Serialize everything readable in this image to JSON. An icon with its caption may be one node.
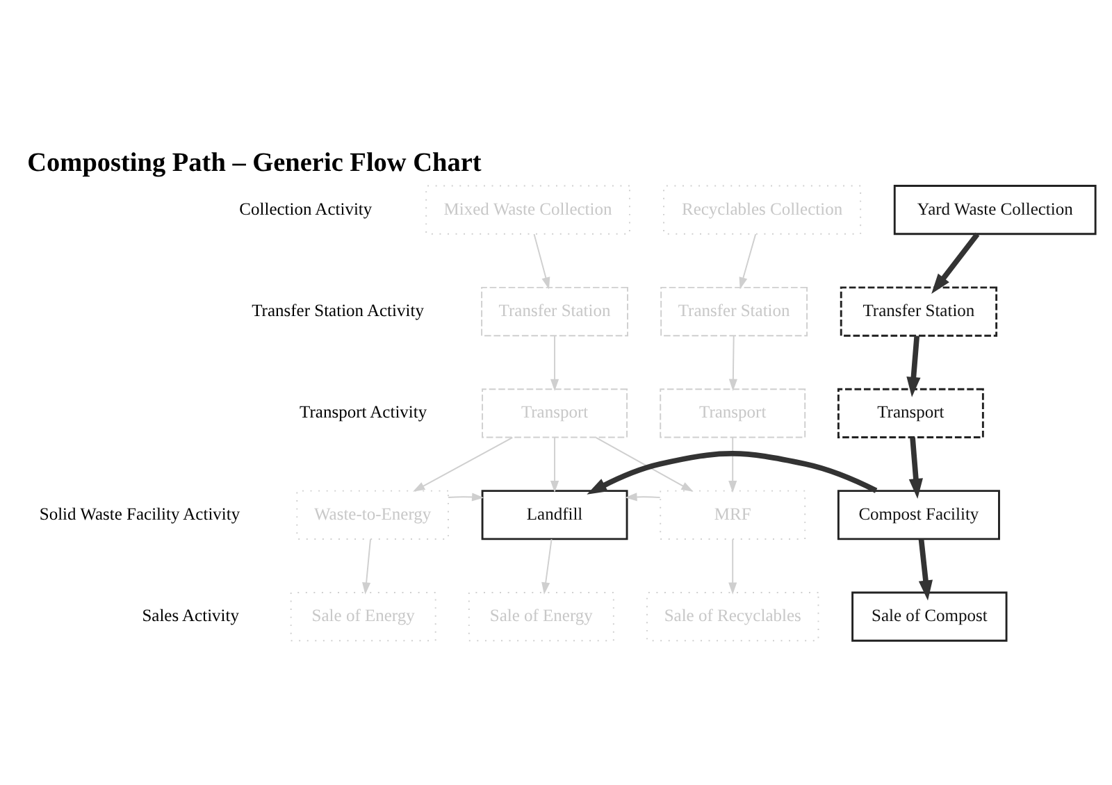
{
  "diagram": {
    "title": "Composting Path – Generic Flow Chart",
    "nodes": [
      {
        "text": [
          "Mixed Waste Collection"
        ]
      },
      {
        "text": [
          "Recyclables Collection"
        ]
      },
      {
        "text": [
          "Yard Waste Collection"
        ]
      },
      {
        "text": [
          "Transfer Station"
        ]
      },
      {
        "text": [
          "Transfer Station"
        ]
      },
      {
        "text": [
          "Transfer Station"
        ]
      },
      {
        "text": [
          "Transport"
        ]
      },
      {
        "text": [
          "Transport"
        ]
      },
      {
        "text": [
          "Transport"
        ]
      },
      {
        "text": [
          "Waste-to-Energy"
        ]
      },
      {
        "text": [
          "Landfill"
        ]
      },
      {
        "text": [
          "MRF"
        ]
      },
      {
        "text": [
          "Compost Facility"
        ]
      },
      {
        "text": [
          "Sale of Energy"
        ]
      },
      {
        "text": [
          "Sale of Energy"
        ]
      },
      {
        "text": [
          "Sale of Recyclables"
        ]
      },
      {
        "text": [
          "Sale of Compost"
        ]
      }
    ],
    "edges": [
      {
        "from": 0,
        "to": 3,
        "arrow": "to"
      },
      {
        "from": 1,
        "to": 4,
        "arrow": "to"
      },
      {
        "from": 2,
        "to": 5,
        "arrow": "to",
        "style": "thick",
        "color": "#333333"
      },
      {
        "from": 3,
        "to": 6,
        "arrow": "to"
      },
      {
        "from": 4,
        "to": 7,
        "arrow": "to"
      },
      {
        "from": 5,
        "to": 8,
        "arrow": "to",
        "style": "thick",
        "color": "#333333"
      },
      {
        "from": 6,
        "to": 9,
        "arrow": "to"
      },
      {
        "from": 6,
        "to": 10,
        "arrow": "to"
      },
      {
        "from": 6,
        "to": 11,
        "arrow": "to"
      },
      {
        "from": 7,
        "to": 11,
        "arrow": "to"
      },
      {
        "from": 8,
        "to": 12,
        "arrow": "to",
        "style": "thick",
        "color": "#333333"
      },
      {
        "from": 9,
        "to": 10,
        "arrow": "to"
      },
      {
        "from": 11,
        "to": 10,
        "arrow": "to"
      },
      {
        "from": 12,
        "to": 10,
        "arrow": "to",
        "style": "thick",
        "color": "#333333"
      },
      {
        "from": 9,
        "to": 13,
        "arrow": "to"
      },
      {
        "from": 10,
        "to": 14,
        "arrow": "to"
      },
      {
        "from": 11,
        "to": 15,
        "arrow": "to"
      },
      {
        "from": 12,
        "to": 16,
        "arrow": "to",
        "style": "thick",
        "color": "#333333"
      }
    ],
    "labels": [
      "Collection Activity",
      "Transfer Station Activity",
      "Transport Activity",
      "Solid Waste Facility Activity",
      "Sales Activity"
    ]
  }
}
